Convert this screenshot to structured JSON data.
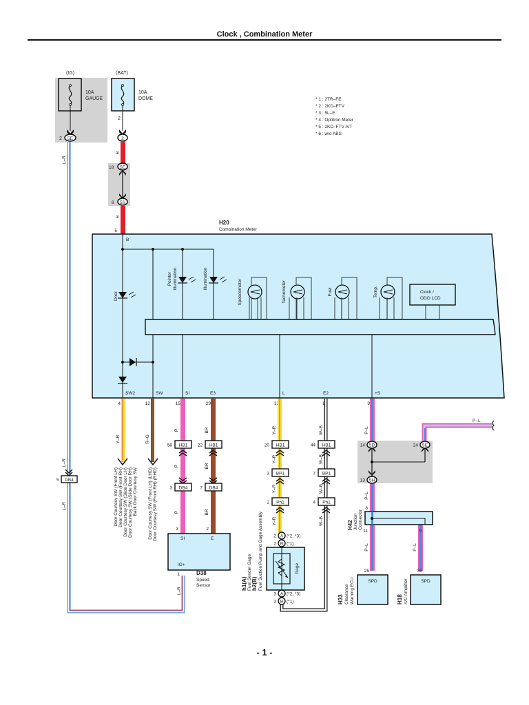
{
  "page": {
    "title": "Clock , Combination Meter",
    "page_number": "- 1 -"
  },
  "notes": [
    "* 1 : 2TR–FE",
    "* 2 : 2KD–FTV",
    "* 3 : 5L–E",
    "* 4 : Optitron Meter",
    "* 5 : 2KD–FTV A/T",
    "* 6 : w/o ABS"
  ],
  "fuses": {
    "gauge": {
      "source": "(IG)",
      "rating": "10A",
      "name": "GAUGE",
      "pin": "2",
      "connector": "5E"
    },
    "dome": {
      "source": "(BAT)",
      "rating": "10A",
      "name": "DOME",
      "pin": "2",
      "connector": "2"
    }
  },
  "junctions": {
    "j5e_18": {
      "pin": "18",
      "code": "5E"
    },
    "j5s_8": {
      "pin": "8",
      "code": "5S"
    },
    "j5d_14": {
      "pin": "14",
      "code": "5D"
    },
    "j5e_24": {
      "pin": "24",
      "code": "5E"
    },
    "j5h_13": {
      "pin": "13",
      "code": "5H"
    }
  },
  "wires": {
    "lr": "L–R",
    "r": "R",
    "yr": "Y–R",
    "rg": "R–G",
    "p": "P",
    "br": "BR",
    "wb": "W–B",
    "pl": "P–L"
  },
  "meter": {
    "id": "H20",
    "name": "Combination Meter",
    "b_pin_number": "5",
    "b_terminal": "B",
    "components": {
      "door": "Door",
      "pointer": [
        "Pointer",
        "Illumination"
      ],
      "illumination": "Illumination",
      "speedometer": "Speedometer",
      "tachometer": "Tachometer",
      "fuel": "Fuel",
      "temp": "Temp.",
      "lcd": [
        "Clock /",
        "ODO LCD"
      ]
    },
    "terminals": [
      {
        "name": "SW2",
        "pin": "4"
      },
      {
        "name": "SW",
        "pin": "12"
      },
      {
        "name": "SI",
        "pin": "15"
      },
      {
        "name": "E3",
        "pin": "29"
      },
      {
        "name": "L",
        "pin": "13"
      },
      {
        "name": "E2",
        "pin": "8"
      },
      {
        "name": "+S",
        "pin": "9"
      }
    ]
  },
  "connectors": {
    "db4_5": {
      "pin": "5",
      "code": "DB4"
    },
    "hb1_58": {
      "pin": "58",
      "code": "HB1"
    },
    "hb1_22": {
      "pin": "22",
      "code": "HB1"
    },
    "hb1_20": {
      "pin": "20",
      "code": "HB1"
    },
    "hb1_44": {
      "pin": "44",
      "code": "HB1"
    },
    "db4_3": {
      "pin": "3",
      "code": "DB4"
    },
    "db4_7": {
      "pin": "7",
      "code": "DB4"
    },
    "bp1_3": {
      "pin": "3",
      "code": "BP1"
    },
    "bp1_7": {
      "pin": "7",
      "code": "BP1"
    },
    "ph1_2": {
      "pin": "2",
      "code": "Ph1"
    },
    "ph1_4": {
      "pin": "4",
      "code": "Ph1"
    }
  },
  "door_switches_sw2": [
    "Door Courtesy SW (Front LH)",
    "Door Courtesy SW (Front RH)",
    "Door Courtesy SW (Slide Door LH)",
    "Door Courtesy SW (Slide Door RH)",
    "Back Door Courtesy SW"
  ],
  "door_switches_sw": [
    "Door Courtesy SW (Front LH) (LHD)",
    "Door Courtesy SW (Front RH) (RHD)"
  ],
  "speed_sensor": {
    "id": "D38",
    "name": [
      "Speed",
      "Sensor"
    ],
    "terminals": {
      "si": "SI",
      "e": "E",
      "ig": "IG+"
    },
    "pins": {
      "si": "3",
      "e": "2",
      "ig": "1"
    }
  },
  "fuel_gage": {
    "id_a": "h1(A)",
    "name_a": "Fuel Sender Gage",
    "id_b": "h2(B)",
    "name_b": "Fuel Suction Pump and Gage Assembly",
    "inner_label": "Gage",
    "top_pins": [
      {
        "pin": "2",
        "code": "A",
        "note": "(*2, *3)"
      },
      {
        "pin": "2",
        "code": "B",
        "note": "(*1)"
      }
    ],
    "bottom_pins": [
      {
        "pin": "3",
        "code": "A",
        "note": "(*2, *3)"
      },
      {
        "pin": "3",
        "code": "B",
        "note": "(*1)"
      }
    ]
  },
  "junction_connector": {
    "id": "H42",
    "name": [
      "Junction",
      "Connector"
    ],
    "pins": {
      "in": "8",
      "out1": "11",
      "out2": "9"
    }
  },
  "clearance_ecu": {
    "id": "H33",
    "name": [
      "Clearance",
      "Warning ECU"
    ],
    "terminal": "SPD",
    "pin": "25"
  },
  "ac_amplifier": {
    "id": "H18",
    "name": "A/C Amplifier",
    "terminal": "SPD",
    "pin": "36"
  },
  "colors": {
    "meter_fill": "#cdeefa",
    "gray_block": "#d3d3d3",
    "red": "#e0202a",
    "yellow": "#f5e13a",
    "pink": "#ee5fb8",
    "brown": "#9b4a2a",
    "blue": "#3d8fd8",
    "green": "#2f8a3a"
  }
}
